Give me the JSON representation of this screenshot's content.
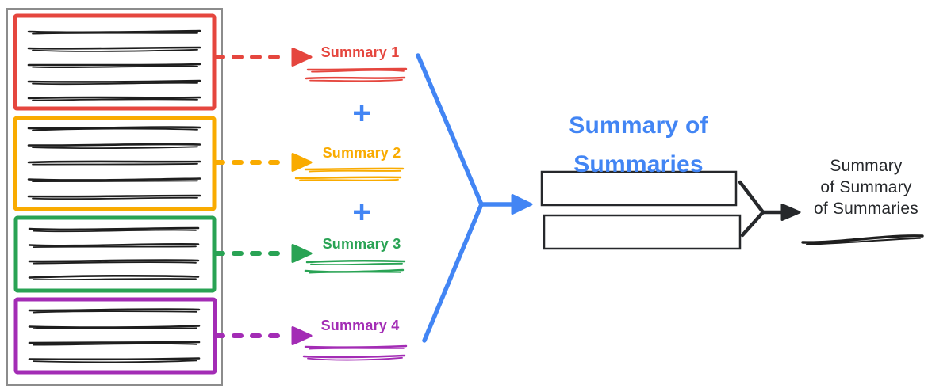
{
  "colors": {
    "red": "#E5463E",
    "orange": "#F9AB00",
    "green": "#29A354",
    "purple": "#A32CB5",
    "blue": "#4285F4",
    "ink": "#26282B",
    "panel_gray": "#8C8C8C",
    "scribble_black": "#1E1E1E"
  },
  "source_panel": {
    "documents": [
      {
        "color": "red",
        "text_lines": 5
      },
      {
        "color": "orange",
        "text_lines": 5
      },
      {
        "color": "green",
        "text_lines": 4
      },
      {
        "color": "purple",
        "text_lines": 4
      }
    ]
  },
  "summaries": [
    {
      "label": "Summary 1",
      "color": "red"
    },
    {
      "label": "Summary 2",
      "color": "orange"
    },
    {
      "label": "Summary 3",
      "color": "green"
    },
    {
      "label": "Summary 4",
      "color": "purple"
    }
  ],
  "plus_symbol": "+",
  "merge": {
    "heading_line1": "Summary of",
    "heading_line2": "Summaries",
    "box_count": 2
  },
  "final": {
    "label_line1": "Summary",
    "label_line2": "of Summary",
    "label_line3": "of Summaries"
  }
}
